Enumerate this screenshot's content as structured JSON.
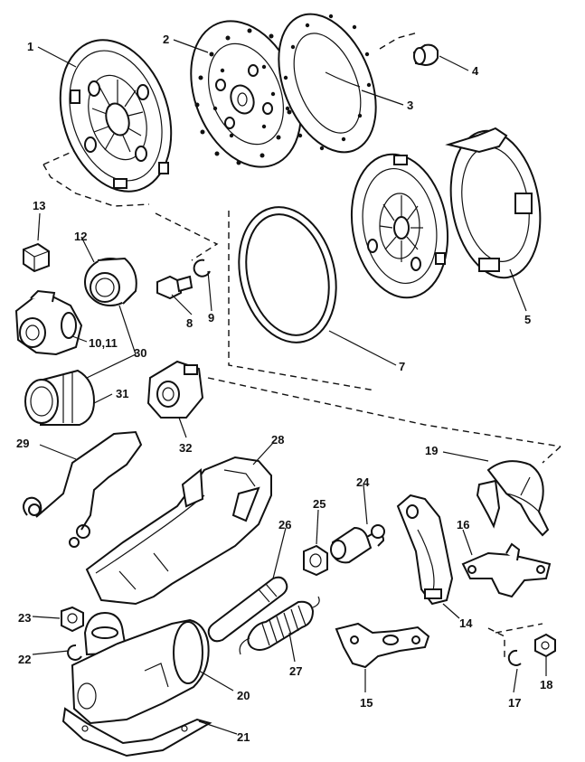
{
  "diagram": {
    "part_numbers": [
      "1",
      "2",
      "3",
      "4",
      "5",
      "7",
      "8",
      "9",
      "10,11",
      "12",
      "13",
      "14",
      "15",
      "16",
      "17",
      "18",
      "19",
      "21",
      "22",
      "23",
      "24",
      "25",
      "26",
      "27",
      "28",
      "29",
      "20",
      "30",
      "31",
      "32"
    ]
  }
}
